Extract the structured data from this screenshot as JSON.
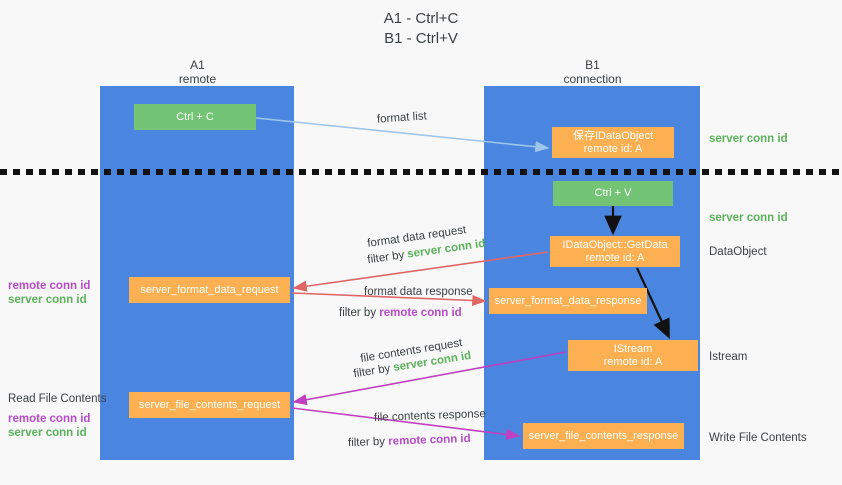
{
  "title": {
    "line1": "A1 - Ctrl+C",
    "line2": "B1 - Ctrl+V"
  },
  "columns": [
    {
      "name": "A1",
      "sub": "remote"
    },
    {
      "name": "B1",
      "sub": "connection"
    }
  ],
  "colors": {
    "lane": "#4a86e0",
    "green_node": "#74c476",
    "orange_node": "#fcb052",
    "server_conn_id": "#5bb25b",
    "remote_conn_id": "#b84bc9",
    "arrow_format_list": "#9ec5ea",
    "arrow_format_data": "#e06666",
    "arrow_file_contents": "#c040c0",
    "arrow_internal": "#000000",
    "background": "#f8f8f8"
  },
  "nodes": {
    "ctrl_c": {
      "l1": "Ctrl + C",
      "l2": ""
    },
    "save_idataobject": {
      "l1": "保存IDataObject",
      "l2": "remote id: A"
    },
    "ctrl_v": {
      "l1": "Ctrl + V",
      "l2": ""
    },
    "getdata": {
      "l1": "IDataObject::GetData",
      "l2": "remote id: A"
    },
    "format_data_request": {
      "l1": "server_format_data_request",
      "l2": ""
    },
    "format_data_response": {
      "l1": "server_format_data_response",
      "l2": ""
    },
    "istream": {
      "l1": "IStream",
      "l2": "remote id: A"
    },
    "file_contents_request": {
      "l1": "server_file_contents_request",
      "l2": ""
    },
    "file_contents_response": {
      "l1": "server_file_contents_response",
      "l2": ""
    }
  },
  "side_labels": {
    "server_conn_id_1": "server conn id",
    "server_conn_id_2": "server conn id",
    "dataobject": "DataObject",
    "istream": "Istream",
    "write_file_contents": "Write File Contents",
    "read_file_contents": "Read File Contents",
    "remote_conn_id": "remote conn id",
    "server_conn_id": "server conn id"
  },
  "captions": {
    "format_list": "format list",
    "format_data_request": "format data request",
    "format_data_request_filter_prefix": "filter by ",
    "format_data_request_filter_value": "server conn id",
    "format_data_response": "format data response",
    "format_data_response_filter_prefix": "filter by ",
    "format_data_response_filter_value": "remote conn id",
    "file_contents_request": "file contents request",
    "file_contents_request_filter_prefix": "filter by ",
    "file_contents_request_filter_value": "server conn id",
    "file_contents_response": "file contents response",
    "file_contents_response_filter_prefix": "filter by ",
    "file_contents_response_filter_value": "remote conn id"
  }
}
